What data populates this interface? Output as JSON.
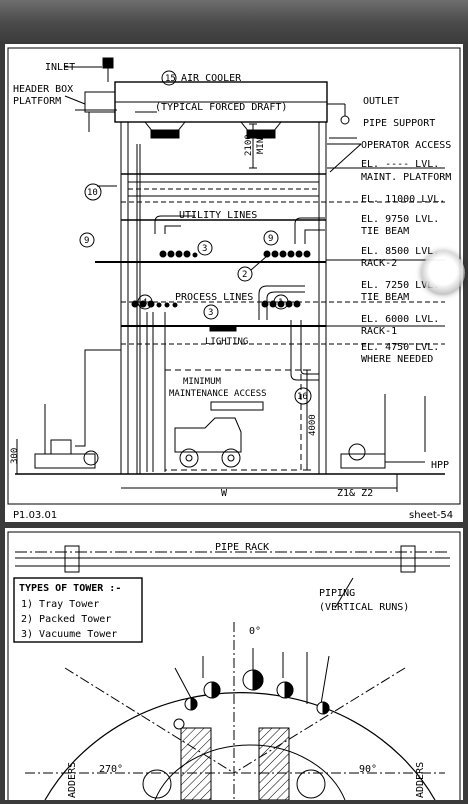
{
  "sheet1": {
    "labels": {
      "inlet": "INLET",
      "header_box": "HEADER BOX",
      "platform": "PLATFORM",
      "air_cooler_num": "15",
      "air_cooler": "AIR COOLER",
      "forced_draft": "(TYPICAL FORCED DRAFT)",
      "outlet": "OUTLET",
      "pipe_support": "PIPE SUPPORT",
      "operator_access": "OPERATOR ACCESS",
      "dim_2100": "2100",
      "dim_min": "MIN",
      "el_maint": "EL. ---- LVL.",
      "maint_platform": "MAINT. PLATFORM",
      "num10": "10",
      "el_11000": "EL. 11000 LVL.",
      "utility_lines": "UTILITY LINES",
      "el_9750": "EL. 9750 LVL.",
      "tie_beam1": "TIE BEAM",
      "num9a": "9",
      "num9b": "9",
      "num3a": "3",
      "el_8500": "EL. 8500 LVL.",
      "rack2": "RACK-2",
      "num2": "2",
      "el_7250": "EL. 7250 LVL.",
      "tie_beam2": "TIE BEAM",
      "num4": "4",
      "process_lines": "PROCESS LINES",
      "num1": "1",
      "num3b": "3",
      "el_6000": "EL. 6000 LVL.",
      "rack1": "RACK-1",
      "lighting": "LIGHTING",
      "el_4750": "EL. 4750 LVL.",
      "where_needed": "WHERE NEEDED",
      "minimum": "MINIMUM",
      "maintenance_access": "MAINTENANCE ACCESS",
      "num16": "16",
      "dim_4000": "4000",
      "dim_300": "300",
      "hpp": "HPP",
      "dim_w": "W",
      "dim_z": "Z1& Z2"
    },
    "footer_left": "P1.03.01",
    "footer_right": "sheet-54"
  },
  "sheet2": {
    "pipe_rack": "PIPE RACK",
    "types_title": "TYPES OF TOWER :-",
    "types": [
      "1) Tray Tower",
      "2) Packed Tower",
      "3) Vacuume Tower"
    ],
    "piping": "PIPING",
    "vertical_runs": "(VERTICAL RUNS)",
    "deg0": "0°",
    "deg270": "270°",
    "deg90": "90°",
    "ladders_left": "ADDERS",
    "ladders_right": "ADDERS"
  }
}
